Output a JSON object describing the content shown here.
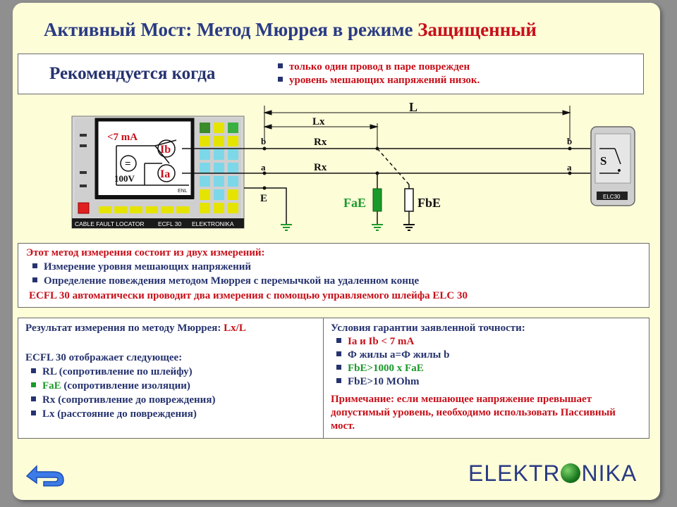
{
  "title": {
    "main": "Активный Мост: Метод Мюррея в режиме",
    "highlight": "Защищенный"
  },
  "recommended": {
    "label": "Рекомендуется когда",
    "items": [
      "только один провод в паре поврежден",
      "уровень мешающих напряжений низок."
    ]
  },
  "device": {
    "current_limit": "<7 mA",
    "ib": "Ib",
    "ia": "Ia",
    "eq": "=",
    "voltage": "100V",
    "footer": [
      "CABLE FAULT LOCATOR",
      "ECFL 30",
      "ELEKTRONIKA"
    ],
    "menu_label": "ENL"
  },
  "circuit": {
    "L": "L",
    "Lx": "Lx",
    "Rx_top": "Rx",
    "Rx_bottom": "Rx",
    "b_left": "b",
    "a_left": "a",
    "E": "E",
    "b_right": "b",
    "a_right": "a",
    "FaE": "FaE",
    "FbE": "FbE",
    "switch": "S",
    "elc": "ELC30"
  },
  "method": {
    "intro": "Этот метод измерения состоит из двух измерений:",
    "items": [
      "Измерение уровня мешающих напряжений",
      "Определение повеждения методом Мюррея с перемычкой на удаленном конце"
    ],
    "final": "ECFL 30 автоматически проводит два измерения с помощью управляемого шлейфа ELC 30"
  },
  "result": {
    "prefix": "Результат измерения по методу Мюррея: ",
    "value": "Lx/L",
    "shows": "ECFL 30 отображает следующее:",
    "items": [
      {
        "key": "RL",
        "desc": "(сопротивление по шлейфу)"
      },
      {
        "key": "FaE",
        "desc": "(сопротивление изоляции)"
      },
      {
        "key": "Rx",
        "desc": "(сопротивление до повреждения)"
      },
      {
        "key": "Lx",
        "desc": "(расстояние до повреждения)"
      }
    ]
  },
  "conditions": {
    "title": "Условия гарантии заявленной точности:",
    "items": [
      "Ia и Ib < 7 mA",
      "Ф жилы a=Ф жилы b",
      "FbE>1000 x FaE",
      "FbE>10 MOhm"
    ],
    "note": "Примечание: если мешающее напряжение превышает допустимый уровень, необходимо использовать Пассивный мост."
  },
  "logo": {
    "left": "ELEKTR",
    "right": "NIKA"
  }
}
